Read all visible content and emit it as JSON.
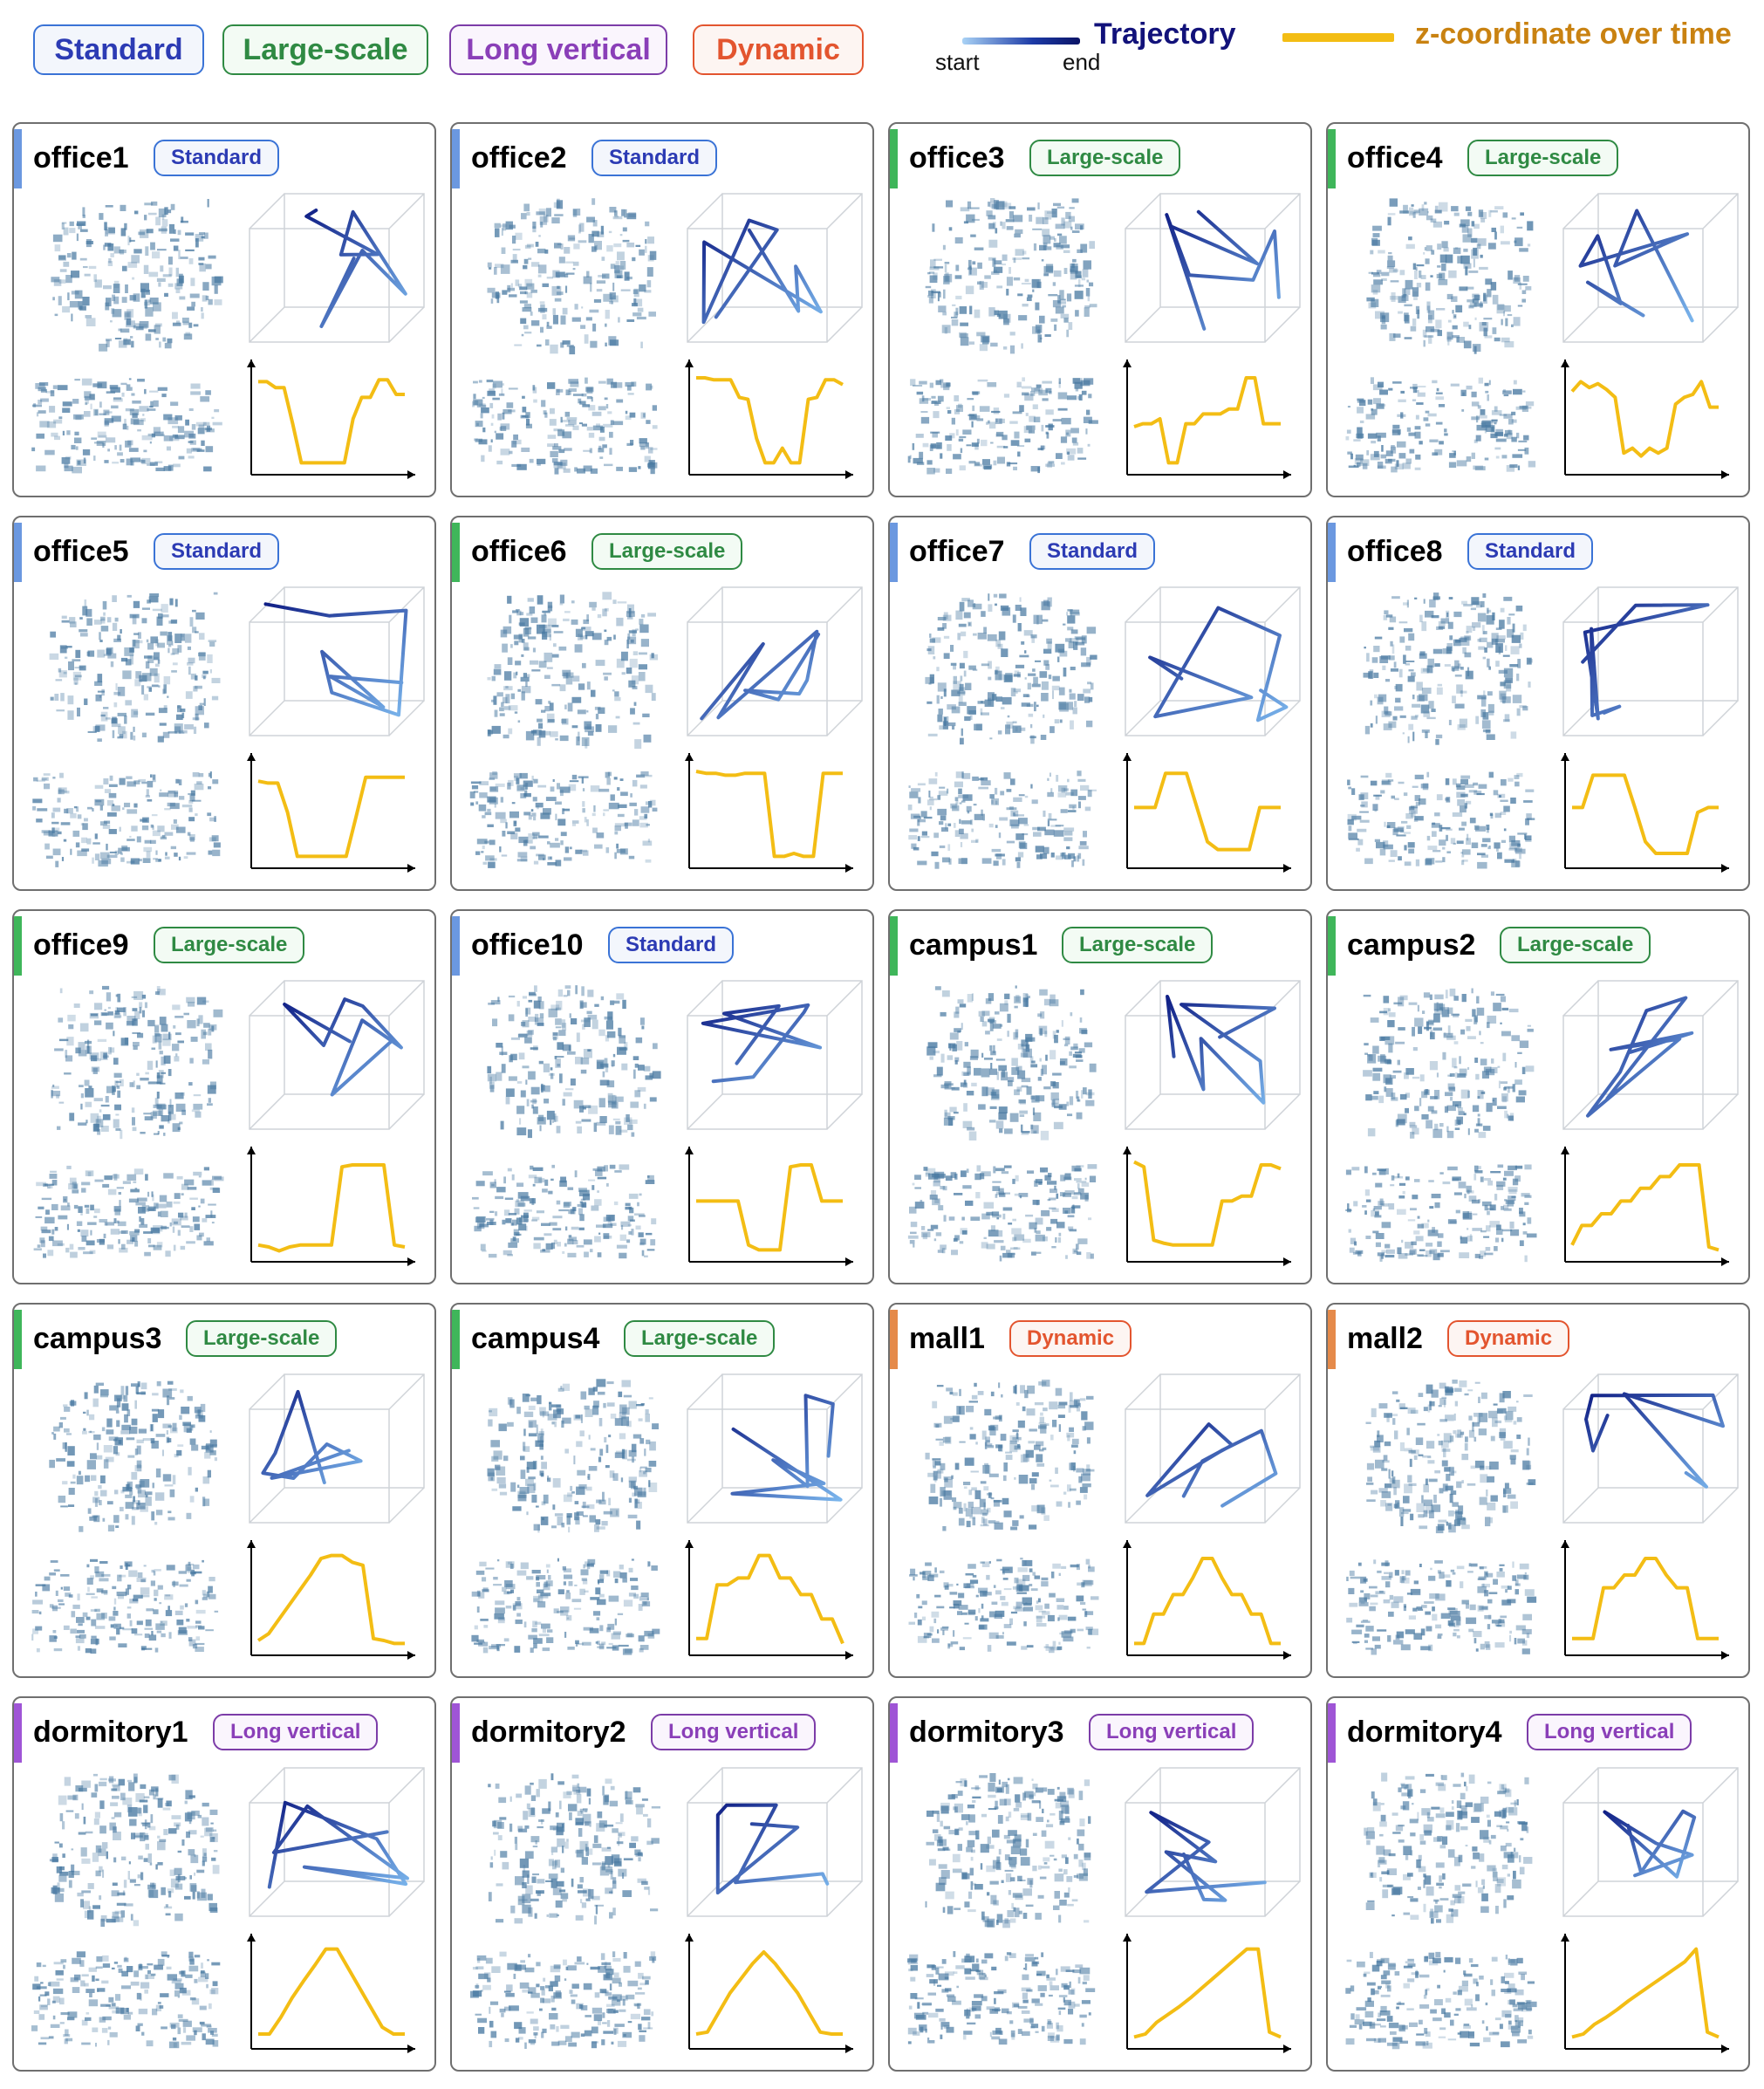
{
  "colors": {
    "standard": "#2c3bb4",
    "large_scale": "#2f8a43",
    "long_vertical": "#8a3fb8",
    "dynamic": "#e3552f",
    "trajectory_dark": "#101f86",
    "trajectory_light": "#7ab5ec",
    "z_line": "#f3bd14",
    "point_cloud": "#4a7aa2"
  },
  "legend": {
    "categories": [
      {
        "label": "Standard",
        "type": "standard"
      },
      {
        "label": "Large-scale",
        "type": "large_scale"
      },
      {
        "label": "Long vertical",
        "type": "long_vertical"
      },
      {
        "label": "Dynamic",
        "type": "dynamic"
      }
    ],
    "trajectory_label": "Trajectory",
    "trajectory_start": "start",
    "trajectory_end": "end",
    "z_label": "z-coordinate over time"
  },
  "sequences": [
    {
      "name": "office1",
      "badge": "Standard",
      "type": "standard",
      "z": [
        0.88,
        0.88,
        0.82,
        0.82,
        0.45,
        0.05,
        0.05,
        0.05,
        0.05,
        0.05,
        0.05,
        0.5,
        0.72,
        0.72,
        0.9,
        0.9,
        0.75,
        0.75
      ]
    },
    {
      "name": "office2",
      "badge": "Standard",
      "type": "standard",
      "z": [
        0.92,
        0.92,
        0.9,
        0.9,
        0.9,
        0.72,
        0.7,
        0.3,
        0.05,
        0.05,
        0.2,
        0.05,
        0.05,
        0.7,
        0.72,
        0.9,
        0.9,
        0.85
      ]
    },
    {
      "name": "office3",
      "badge": "Large-scale",
      "type": "large_scale",
      "z": [
        0.42,
        0.45,
        0.45,
        0.5,
        0.05,
        0.05,
        0.45,
        0.45,
        0.55,
        0.55,
        0.55,
        0.6,
        0.6,
        0.92,
        0.92,
        0.45,
        0.45,
        0.45
      ]
    },
    {
      "name": "office4",
      "badge": "Large-scale",
      "type": "large_scale",
      "z": [
        0.78,
        0.88,
        0.82,
        0.86,
        0.8,
        0.72,
        0.15,
        0.2,
        0.12,
        0.2,
        0.15,
        0.2,
        0.65,
        0.72,
        0.75,
        0.88,
        0.62,
        0.62
      ]
    },
    {
      "name": "office5",
      "badge": "Standard",
      "type": "standard",
      "z": [
        0.82,
        0.8,
        0.8,
        0.5,
        0.05,
        0.05,
        0.05,
        0.05,
        0.05,
        0.05,
        0.45,
        0.86,
        0.86,
        0.86,
        0.86,
        0.86
      ]
    },
    {
      "name": "office6",
      "badge": "Large-scale",
      "type": "large_scale",
      "z": [
        0.92,
        0.9,
        0.9,
        0.88,
        0.88,
        0.9,
        0.9,
        0.9,
        0.05,
        0.05,
        0.08,
        0.05,
        0.05,
        0.9,
        0.9,
        0.9
      ]
    },
    {
      "name": "office7",
      "badge": "Standard",
      "type": "standard",
      "z": [
        0.55,
        0.55,
        0.55,
        0.9,
        0.9,
        0.9,
        0.55,
        0.2,
        0.12,
        0.12,
        0.12,
        0.12,
        0.55,
        0.55,
        0.55
      ]
    },
    {
      "name": "office8",
      "badge": "Standard",
      "type": "standard",
      "z": [
        0.55,
        0.55,
        0.88,
        0.88,
        0.88,
        0.88,
        0.55,
        0.2,
        0.08,
        0.08,
        0.08,
        0.08,
        0.5,
        0.55,
        0.55
      ]
    },
    {
      "name": "office9",
      "badge": "Large-scale",
      "type": "large_scale",
      "z": [
        0.1,
        0.08,
        0.04,
        0.08,
        0.1,
        0.1,
        0.1,
        0.1,
        0.9,
        0.92,
        0.92,
        0.92,
        0.92,
        0.1,
        0.08
      ]
    },
    {
      "name": "office10",
      "badge": "Standard",
      "type": "standard",
      "z": [
        0.55,
        0.55,
        0.55,
        0.55,
        0.55,
        0.1,
        0.05,
        0.05,
        0.05,
        0.9,
        0.92,
        0.92,
        0.55,
        0.55,
        0.55
      ]
    },
    {
      "name": "campus1",
      "badge": "Large-scale",
      "type": "large_scale",
      "z": [
        0.95,
        0.9,
        0.15,
        0.12,
        0.1,
        0.1,
        0.1,
        0.1,
        0.1,
        0.55,
        0.55,
        0.6,
        0.6,
        0.92,
        0.92,
        0.88
      ]
    },
    {
      "name": "campus2",
      "badge": "Large-scale",
      "type": "large_scale",
      "z": [
        0.1,
        0.3,
        0.3,
        0.42,
        0.42,
        0.55,
        0.55,
        0.68,
        0.68,
        0.8,
        0.8,
        0.92,
        0.92,
        0.92,
        0.08,
        0.05
      ]
    },
    {
      "name": "campus3",
      "badge": "Large-scale",
      "type": "large_scale",
      "z": [
        0.08,
        0.15,
        0.3,
        0.45,
        0.6,
        0.75,
        0.92,
        0.95,
        0.95,
        0.88,
        0.85,
        0.1,
        0.08,
        0.05,
        0.05
      ]
    },
    {
      "name": "campus4",
      "badge": "Large-scale",
      "type": "large_scale",
      "z": [
        0.1,
        0.1,
        0.65,
        0.65,
        0.72,
        0.72,
        0.95,
        0.95,
        0.72,
        0.72,
        0.55,
        0.55,
        0.3,
        0.3,
        0.05
      ]
    },
    {
      "name": "mall1",
      "badge": "Dynamic",
      "type": "dynamic",
      "z": [
        0.05,
        0.05,
        0.35,
        0.35,
        0.55,
        0.55,
        0.72,
        0.92,
        0.92,
        0.72,
        0.55,
        0.55,
        0.35,
        0.35,
        0.05,
        0.05
      ]
    },
    {
      "name": "mall2",
      "badge": "Dynamic",
      "type": "dynamic",
      "z": [
        0.1,
        0.1,
        0.1,
        0.62,
        0.62,
        0.75,
        0.75,
        0.92,
        0.92,
        0.75,
        0.62,
        0.62,
        0.1,
        0.1,
        0.1
      ]
    },
    {
      "name": "dormitory1",
      "badge": "Long vertical",
      "type": "long_vertical",
      "z": [
        0.08,
        0.08,
        0.25,
        0.45,
        0.62,
        0.78,
        0.95,
        0.95,
        0.75,
        0.55,
        0.35,
        0.15,
        0.08,
        0.08
      ]
    },
    {
      "name": "dormitory2",
      "badge": "Long vertical",
      "type": "long_vertical",
      "z": [
        0.08,
        0.1,
        0.3,
        0.5,
        0.65,
        0.8,
        0.92,
        0.8,
        0.65,
        0.5,
        0.3,
        0.1,
        0.08,
        0.08
      ]
    },
    {
      "name": "dormitory3",
      "badge": "Long vertical",
      "type": "long_vertical",
      "z": [
        0.05,
        0.08,
        0.2,
        0.28,
        0.36,
        0.45,
        0.55,
        0.65,
        0.75,
        0.85,
        0.95,
        0.95,
        0.1,
        0.05
      ]
    },
    {
      "name": "dormitory4",
      "badge": "Long vertical",
      "type": "long_vertical",
      "z": [
        0.05,
        0.08,
        0.18,
        0.25,
        0.33,
        0.42,
        0.5,
        0.58,
        0.66,
        0.74,
        0.82,
        0.95,
        0.1,
        0.05
      ]
    }
  ]
}
